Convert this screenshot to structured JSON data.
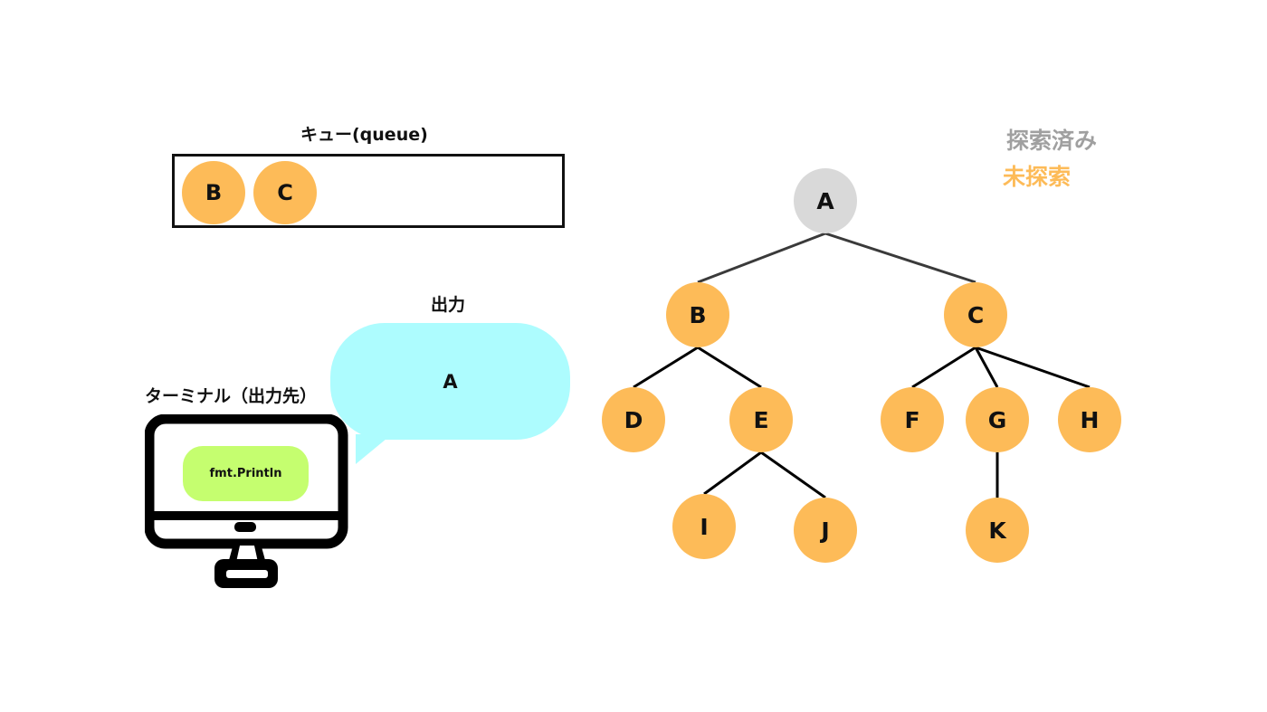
{
  "queue": {
    "title": "キュー(queue)",
    "items": [
      "B",
      "C"
    ]
  },
  "legend": {
    "explored": {
      "label": "探索済み",
      "color": "#A0A0A0"
    },
    "unexplored": {
      "label": "未探索",
      "color": "#FDBB58"
    }
  },
  "output": {
    "title": "出力",
    "value": "A"
  },
  "terminal": {
    "title": "ターミナル（出力先）",
    "code": "fmt.Println"
  },
  "colors": {
    "explored_node": "#D9D9D9",
    "unexplored_node": "#FDBB58",
    "bubble": "#ADFCFE",
    "code_pill": "#C5FE6F"
  },
  "tree": {
    "nodes": [
      {
        "id": "A",
        "state": "explored"
      },
      {
        "id": "B",
        "state": "unexplored"
      },
      {
        "id": "C",
        "state": "unexplored"
      },
      {
        "id": "D",
        "state": "unexplored"
      },
      {
        "id": "E",
        "state": "unexplored"
      },
      {
        "id": "F",
        "state": "unexplored"
      },
      {
        "id": "G",
        "state": "unexplored"
      },
      {
        "id": "H",
        "state": "unexplored"
      },
      {
        "id": "I",
        "state": "unexplored"
      },
      {
        "id": "J",
        "state": "unexplored"
      },
      {
        "id": "K",
        "state": "unexplored"
      }
    ],
    "edges": [
      [
        "A",
        "B"
      ],
      [
        "A",
        "C"
      ],
      [
        "B",
        "D"
      ],
      [
        "B",
        "E"
      ],
      [
        "E",
        "I"
      ],
      [
        "E",
        "J"
      ],
      [
        "C",
        "F"
      ],
      [
        "C",
        "G"
      ],
      [
        "C",
        "H"
      ],
      [
        "G",
        "K"
      ]
    ]
  }
}
